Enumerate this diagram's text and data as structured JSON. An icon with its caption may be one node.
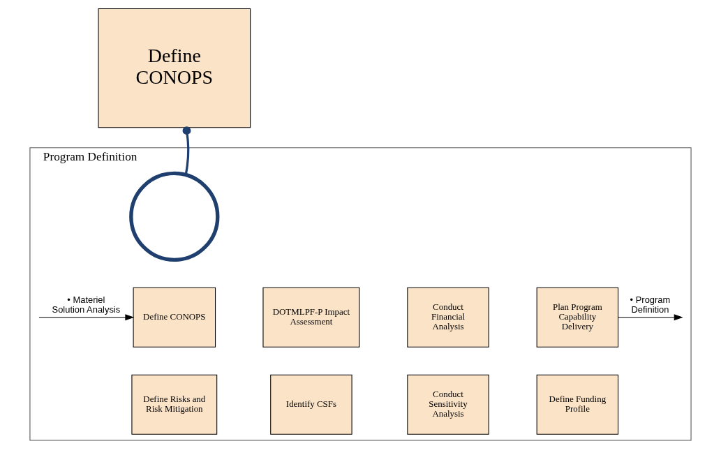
{
  "diagram": {
    "nodes": [
      {
        "text": [
          "Define CONOPS"
        ]
      },
      {
        "text": [
          "Program Definition"
        ]
      },
      {
        "text": [],
        "shape": "circle",
        "in": 1
      },
      {
        "text": [
          "Define CONOPS"
        ],
        "in": 1
      },
      {
        "text": [
          "DOTMLPF-P Impact Assessment"
        ],
        "in": 1
      },
      {
        "text": [
          "Conduct Financial Analysis"
        ],
        "in": 1
      },
      {
        "text": [
          "Plan Program Capability Delivery"
        ],
        "in": 1
      },
      {
        "text": [
          "Define Risks and Risk Mitigation"
        ],
        "in": 1
      },
      {
        "text": [
          "Identify CSFs"
        ],
        "in": 1
      },
      {
        "text": [
          "Conduct Sensitivity Analysis"
        ],
        "in": 1
      },
      {
        "text": [
          "Define Funding Profile"
        ],
        "in": 1
      }
    ],
    "edges": [
      {
        "from": 2,
        "to": 0,
        "arrow": "other",
        "style": "thick",
        "color": "#1f3f6e"
      },
      {
        "from": null,
        "to": 3,
        "arrow": "to",
        "label": "• Materiel Solution Analysis"
      },
      {
        "from": 6,
        "to": null,
        "arrow": "to",
        "label": "• Program Definition"
      }
    ]
  }
}
